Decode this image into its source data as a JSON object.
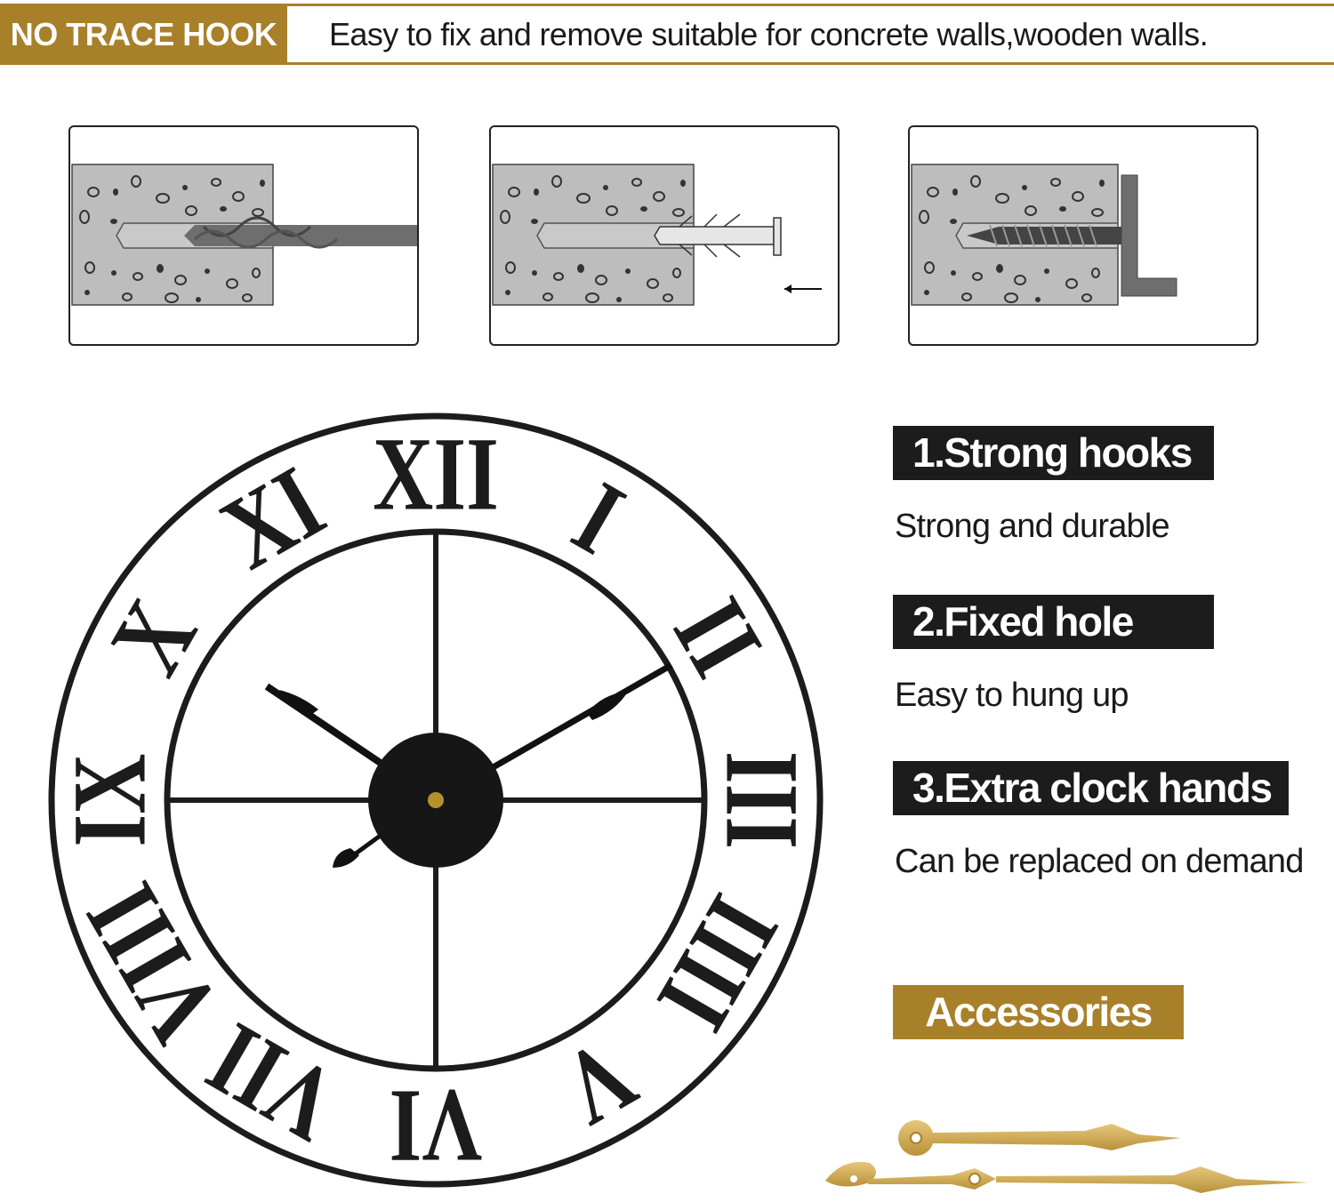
{
  "header": {
    "badge": "NO TRACE HOOK",
    "tagline": "Easy to fix and remove suitable for concrete walls,wooden walls."
  },
  "steps": [
    {
      "icon": "drill-bit-icon"
    },
    {
      "icon": "wall-anchor-icon"
    },
    {
      "icon": "screw-hook-icon"
    }
  ],
  "features": [
    {
      "label": "1.Strong hooks",
      "desc": "Strong and durable"
    },
    {
      "label": "2.Fixed hole",
      "desc": "Easy to hung up"
    },
    {
      "label": "3.Extra clock hands",
      "desc": "Can be replaced on demand"
    }
  ],
  "accessories": {
    "label": "Accessories"
  },
  "clock": {
    "numerals": [
      "XII",
      "I",
      "II",
      "III",
      "IIII",
      "V",
      "VI",
      "VII",
      "VIII",
      "IX",
      "X",
      "XI"
    ]
  },
  "colors": {
    "gold": "#a9802a",
    "black": "#1c1c1c",
    "concrete": "#bdbdbd"
  }
}
